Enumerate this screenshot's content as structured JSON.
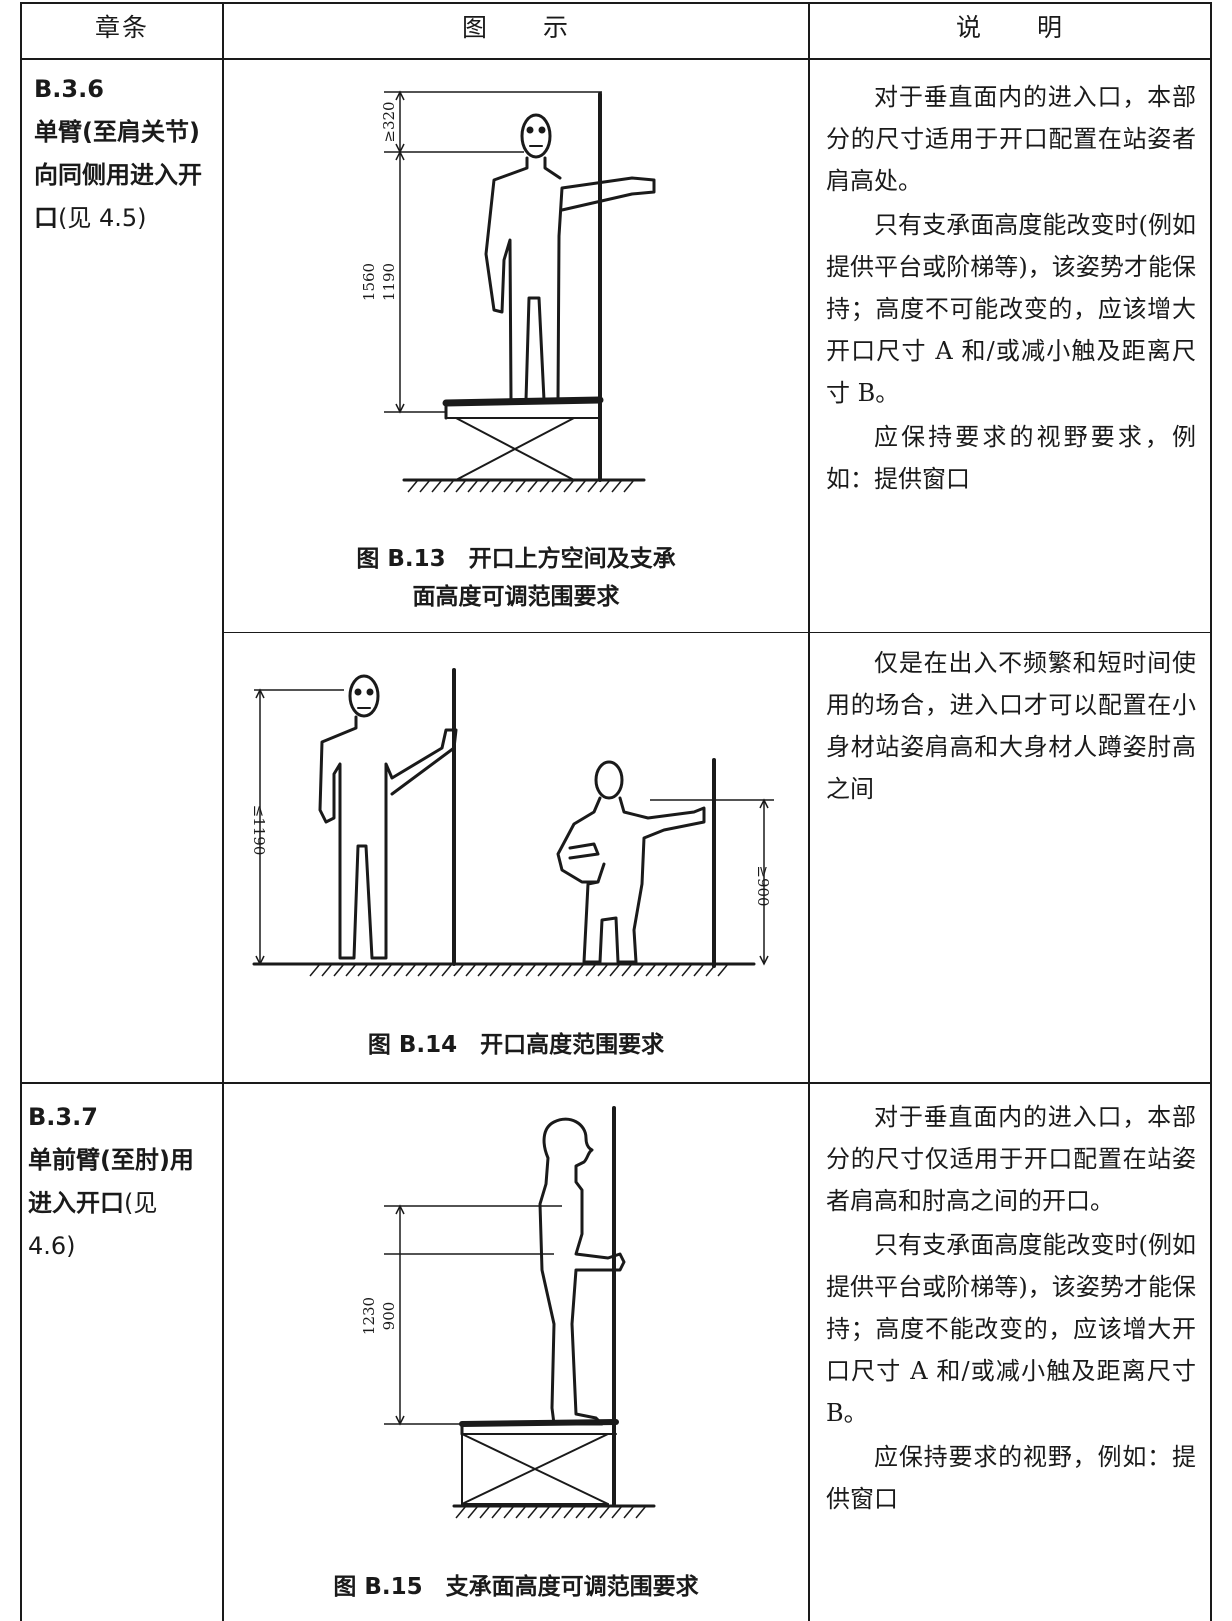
{
  "header": {
    "col1": "章条",
    "col2": "图　　示",
    "col3": "说　　明"
  },
  "rows": [
    {
      "clause": {
        "number": "B.3.6",
        "title": "单臂(至肩关节)向同侧用进入开口",
        "ref": "(见 4.5)"
      },
      "figures": [
        {
          "caption_num": "图 B.13",
          "caption_text_line1": "开口上方空间及支承",
          "caption_text_line2": "面高度可调范围要求",
          "dims": {
            "top": "≥320",
            "outer": "1560",
            "inner": "1190"
          },
          "description": [
            "对于垂直面内的进入口，本部分的尺寸适用于开口配置在站姿者肩高处。",
            "只有支承面高度能改变时(例如提供平台或阶梯等)，该姿势才能保持；高度不可能改变的，应该增大开口尺寸 A 和/或减小触及距离尺寸 B。",
            "应保持要求的视野要求，例如：提供窗口"
          ]
        },
        {
          "caption_num": "图 B.14",
          "caption_text": "开口高度范围要求",
          "dims": {
            "left": "≤1190",
            "right": "≥900"
          },
          "description": [
            "仅是在出入不频繁和短时间使用的场合，进入口才可以配置在小身材站姿肩高和大身材人蹲姿肘高之间"
          ]
        }
      ]
    },
    {
      "clause": {
        "number": "B.3.7",
        "title": "单前臂(至肘)用进入开口",
        "ref": "(见 4.6)"
      },
      "figures": [
        {
          "caption_num": "图 B.15",
          "caption_text": "支承面高度可调范围要求",
          "dims": {
            "outer": "1230",
            "inner": "900"
          },
          "description": [
            "对于垂直面内的进入口，本部分的尺寸仅适用于开口配置在站姿者肩高和肘高之间的开口。",
            "只有支承面高度能改变时(例如提供平台或阶梯等)，该姿势才能保持；高度不能改变的，应该增大开口尺寸 A 和/或减小触及距离尺寸 B。",
            "应保持要求的视野，例如：提供窗口"
          ]
        }
      ]
    }
  ]
}
